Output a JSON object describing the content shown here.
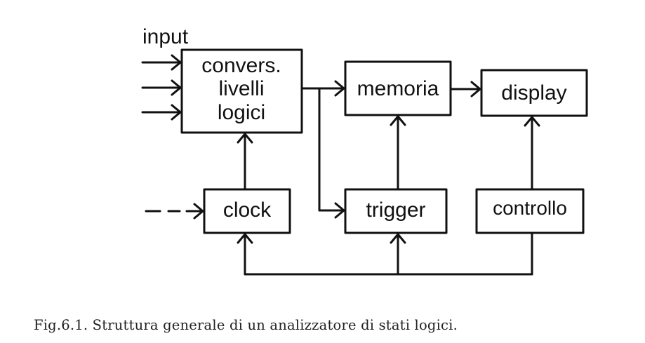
{
  "diagram": {
    "input_label": "input",
    "blocks": {
      "convers": {
        "lines": [
          "convers.",
          "livelli",
          "logici"
        ]
      },
      "memoria": {
        "label": "memoria"
      },
      "display": {
        "label": "display"
      },
      "clock": {
        "label": "clock"
      },
      "trigger": {
        "label": "trigger"
      },
      "controllo": {
        "label": "controllo"
      }
    }
  },
  "caption": "Fig.6.1. Struttura generale di un analizzatore di stati logici."
}
